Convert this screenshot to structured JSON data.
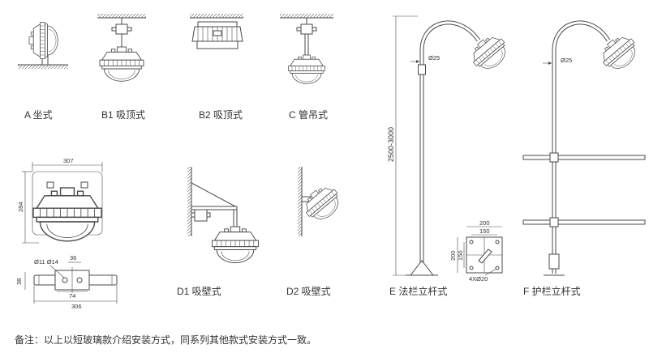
{
  "labels": {
    "a": "A 坐式",
    "b1": "B1 吸顶式",
    "b2": "B2 吸顶式",
    "c": "C 管吊式",
    "d1": "D1 吸壁式",
    "d2": "D2 吸壁式",
    "e": "E 法栏立杆式",
    "f": "F 护栏立杆式"
  },
  "dimensions": {
    "overall_width": "307",
    "overall_height": "284",
    "hole_diameters": "Ø11 Ø14",
    "bracket_width": "36",
    "base_height": "38",
    "bolt_spacing": "74",
    "base_length": "306",
    "pole_height": "2500-3000",
    "pipe_e": "Ø25",
    "pipe_f": "Ø25",
    "flange_outer_w": "200",
    "flange_inner_w": "150",
    "flange_outer_h": "200",
    "flange_inner_h": "150",
    "flange_holes": "4XØ20"
  },
  "note": "备注：以上以短玻璃款介绍安装方式，同系列其他款式安装方式一致。",
  "colors": {
    "line": "#4a4a4a",
    "text": "#333333",
    "background": "#ffffff"
  }
}
